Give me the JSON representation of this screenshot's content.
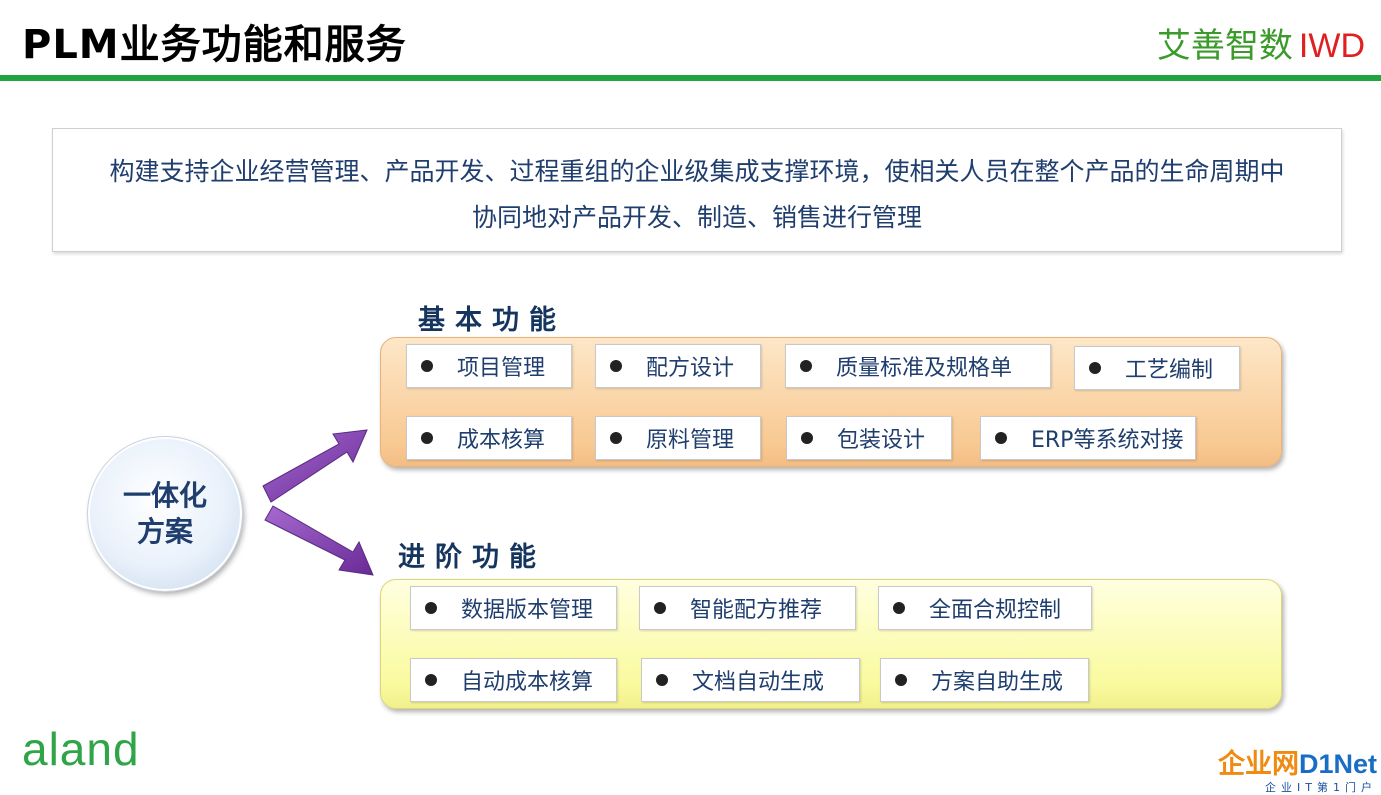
{
  "header": {
    "title": "PLM业务功能和服务",
    "brand_cn": "艾善智数",
    "brand_en": "IWD"
  },
  "mission": {
    "line1": "构建支持企业经营管理、产品开发、过程重组的企业级集成支撑环境，使相关人员在整个产品的生命周期中",
    "line2": "协同地对产品开发、制造、销售进行管理"
  },
  "hub": {
    "line1": "一体化",
    "line2": "方案"
  },
  "basic": {
    "title": "基本功能",
    "items": [
      "项目管理",
      "配方设计",
      "质量标准及规格单",
      "工艺编制",
      "成本核算",
      "原料管理",
      "包装设计",
      "ERP等系统对接"
    ]
  },
  "advanced": {
    "title": "进阶功能",
    "items": [
      "数据版本管理",
      "智能配方推荐",
      "全面合规控制",
      "自动成本核算",
      "文档自动生成",
      "方案自助生成"
    ]
  },
  "footer": {
    "left_logo": "aland",
    "right_logo_a": "企业网",
    "right_logo_b": "D1Net",
    "right_logo_sub": "企业IT第1门户"
  },
  "colors": {
    "accent_green": "#21a340",
    "text_navy": "#1f3e6e",
    "arrow_purple": "#7d3aa6",
    "basic_panel": "#f8c891",
    "advanced_panel": "#fafaa0"
  }
}
